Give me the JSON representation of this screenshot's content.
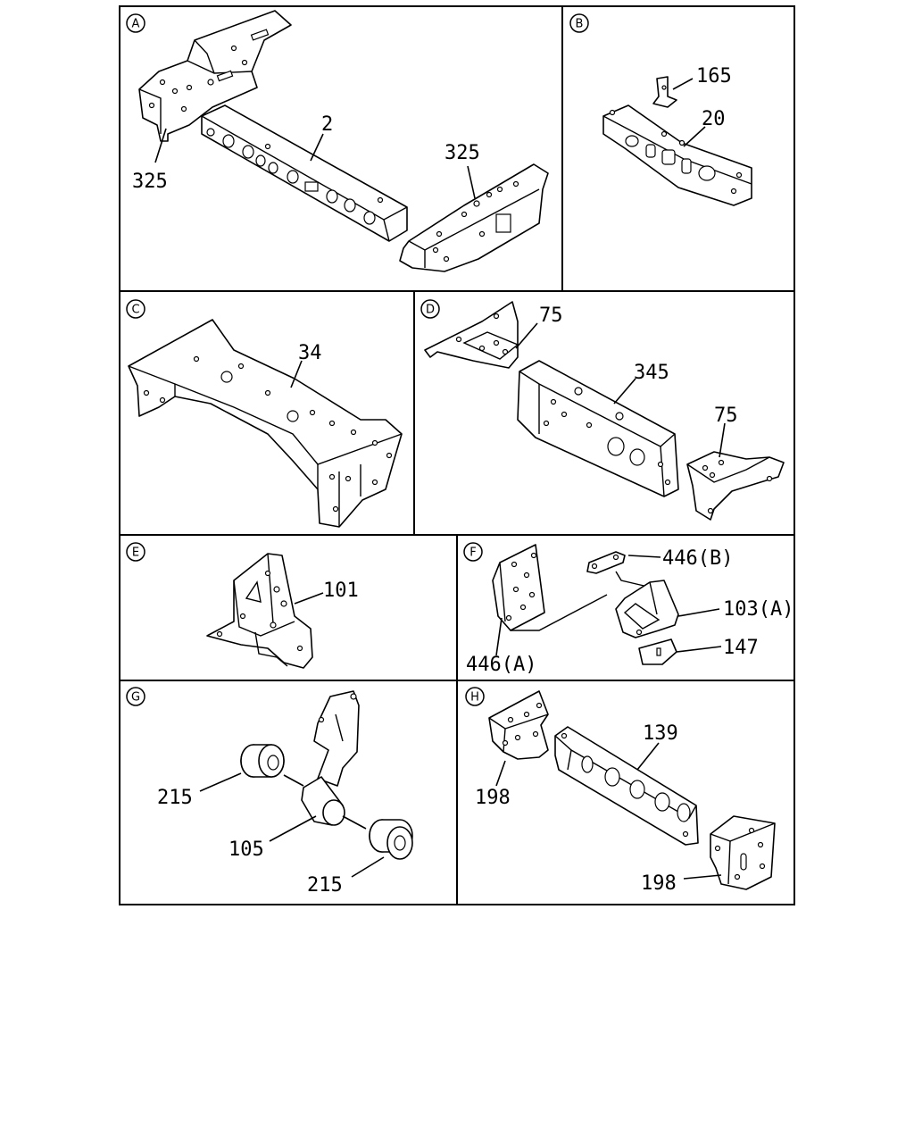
{
  "panels": {
    "A": {
      "letter": "A",
      "labels": [
        "325",
        "2",
        "325"
      ]
    },
    "B": {
      "letter": "B",
      "labels": [
        "165",
        "20"
      ]
    },
    "C": {
      "letter": "C",
      "labels": [
        "34"
      ]
    },
    "D": {
      "letter": "D",
      "labels": [
        "75",
        "345",
        "75"
      ]
    },
    "E": {
      "letter": "E",
      "labels": [
        "101"
      ]
    },
    "F": {
      "letter": "F",
      "labels": [
        "446(B)",
        "103(A)",
        "147",
        "446(A)"
      ]
    },
    "G": {
      "letter": "G",
      "labels": [
        "215",
        "105",
        "215"
      ]
    },
    "H": {
      "letter": "H",
      "labels": [
        "139",
        "198",
        "198"
      ]
    }
  }
}
